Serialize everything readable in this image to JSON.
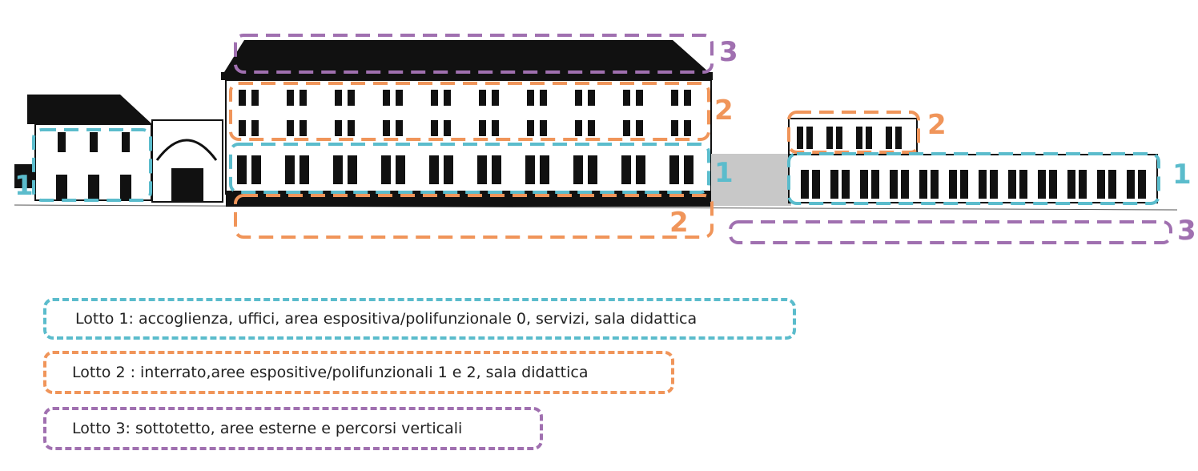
{
  "colors": {
    "lotto1": "#5bbccc",
    "lotto2": "#f0955a",
    "lotto3": "#a070b0"
  },
  "markers": {
    "lotto1": "1",
    "lotto2": "2",
    "lotto3": "3"
  },
  "legend": [
    {
      "label": "Lotto 1: accoglienza, uffici, area espositiva/polifunzionale 0, servizi, sala didattica"
    },
    {
      "label": "Lotto 2 : interrato,aree espositive/polifunzionali 1 e 2, sala didattica"
    },
    {
      "label": "Lotto 3: sottotetto, aree esterne e percorsi verticali"
    }
  ]
}
